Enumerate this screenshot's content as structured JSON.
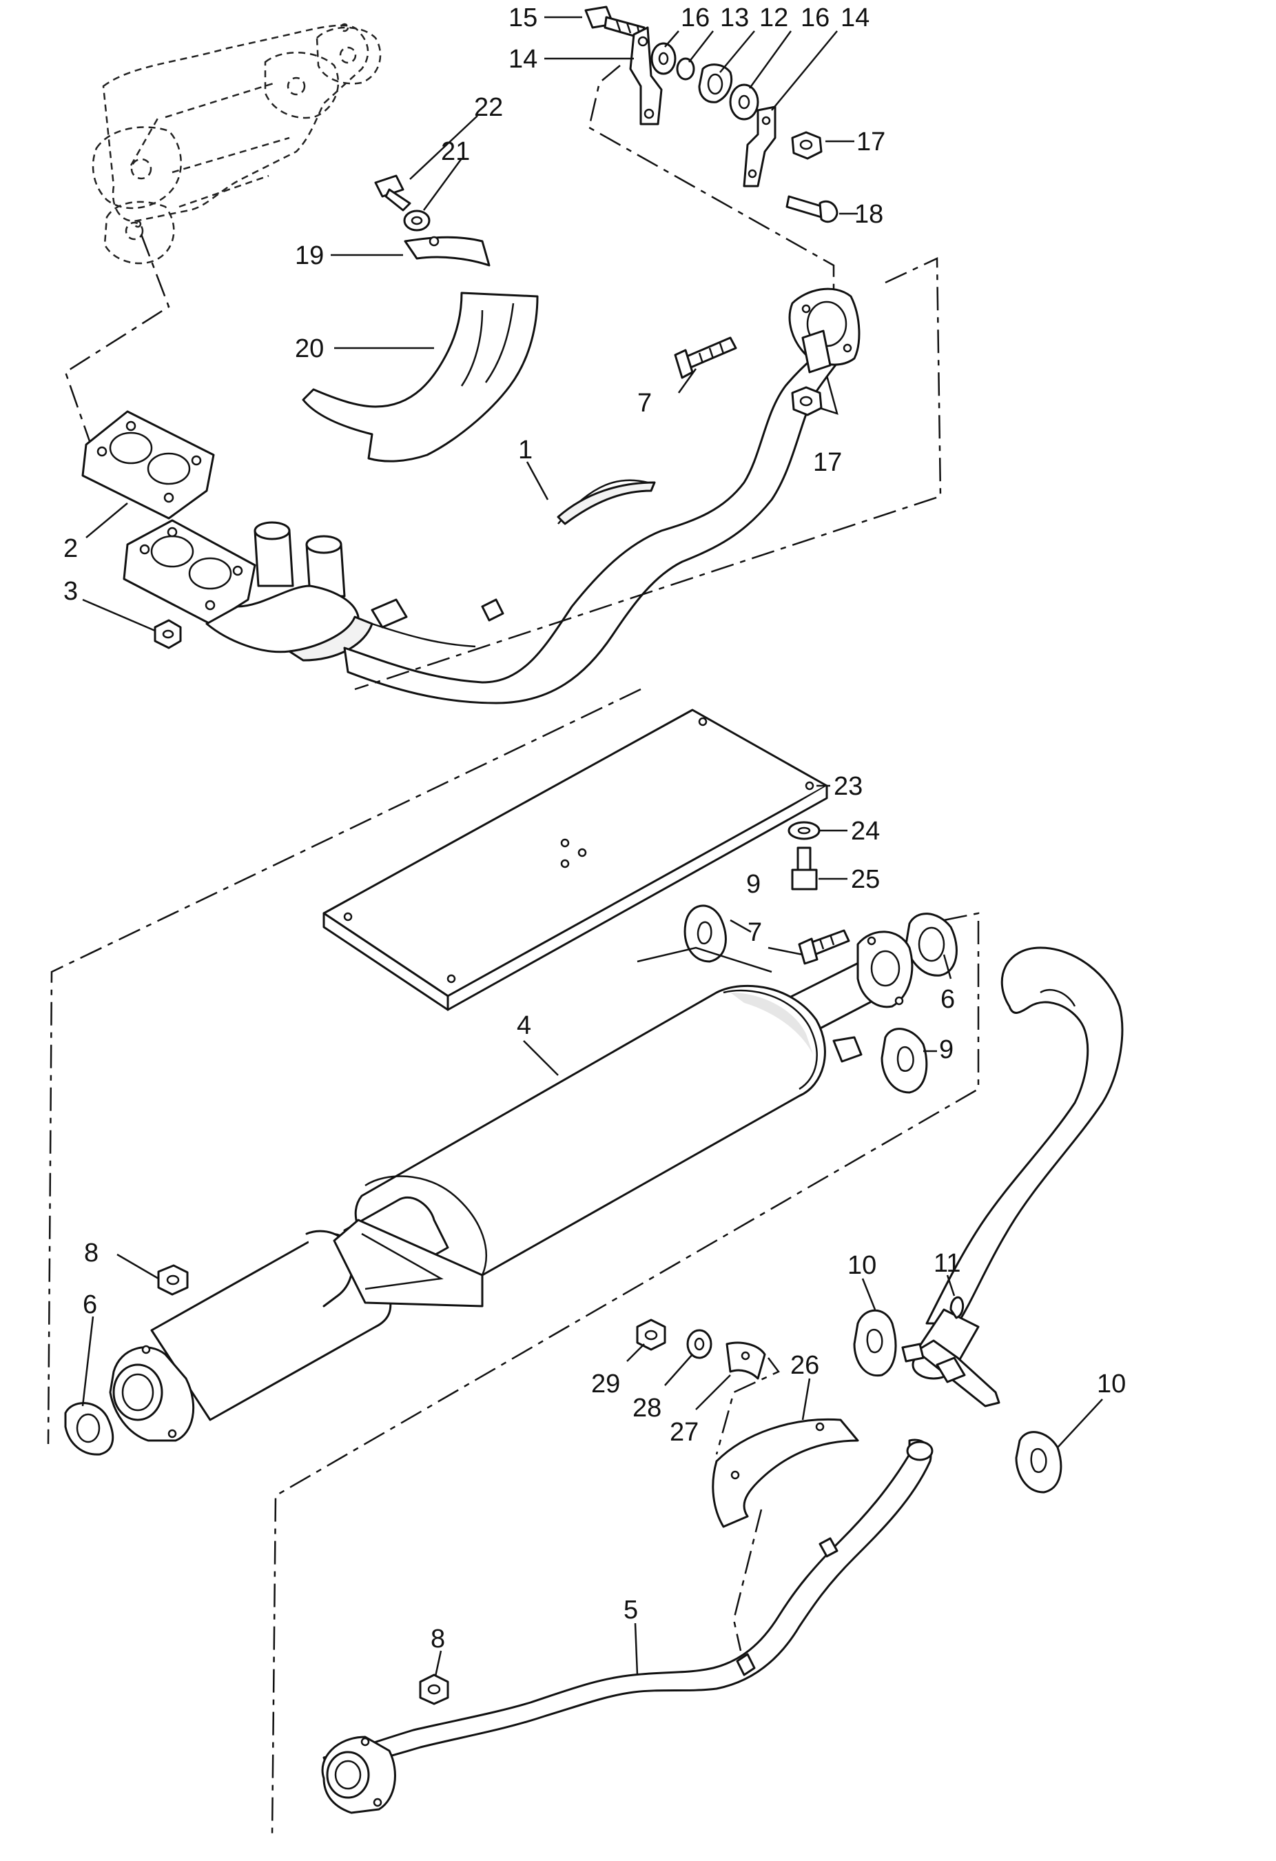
{
  "diagram": {
    "callouts": [
      {
        "id": "c15",
        "text": "15"
      },
      {
        "id": "c16a",
        "text": "16"
      },
      {
        "id": "c13",
        "text": "13"
      },
      {
        "id": "c12",
        "text": "12"
      },
      {
        "id": "c16b",
        "text": "16"
      },
      {
        "id": "c14a",
        "text": "14"
      },
      {
        "id": "c14b",
        "text": "14"
      },
      {
        "id": "c22",
        "text": "22"
      },
      {
        "id": "c21",
        "text": "21"
      },
      {
        "id": "c17a",
        "text": "17"
      },
      {
        "id": "c18",
        "text": "18"
      },
      {
        "id": "c19",
        "text": "19"
      },
      {
        "id": "c20",
        "text": "20"
      },
      {
        "id": "c7a",
        "text": "7"
      },
      {
        "id": "c17b",
        "text": "17"
      },
      {
        "id": "c1",
        "text": "1"
      },
      {
        "id": "c2",
        "text": "2"
      },
      {
        "id": "c3",
        "text": "3"
      },
      {
        "id": "c23",
        "text": "23"
      },
      {
        "id": "c24",
        "text": "24"
      },
      {
        "id": "c25",
        "text": "25"
      },
      {
        "id": "c9a",
        "text": "9"
      },
      {
        "id": "c7b",
        "text": "7"
      },
      {
        "id": "c6a",
        "text": "6"
      },
      {
        "id": "c9b",
        "text": "9"
      },
      {
        "id": "c4",
        "text": "4"
      },
      {
        "id": "c8a",
        "text": "8"
      },
      {
        "id": "c6b",
        "text": "6"
      },
      {
        "id": "c10a",
        "text": "10"
      },
      {
        "id": "c11",
        "text": "11"
      },
      {
        "id": "c26",
        "text": "26"
      },
      {
        "id": "c29",
        "text": "29"
      },
      {
        "id": "c28",
        "text": "28"
      },
      {
        "id": "c27",
        "text": "27"
      },
      {
        "id": "c10b",
        "text": "10"
      },
      {
        "id": "c5",
        "text": "5"
      },
      {
        "id": "c8b",
        "text": "8"
      }
    ]
  }
}
